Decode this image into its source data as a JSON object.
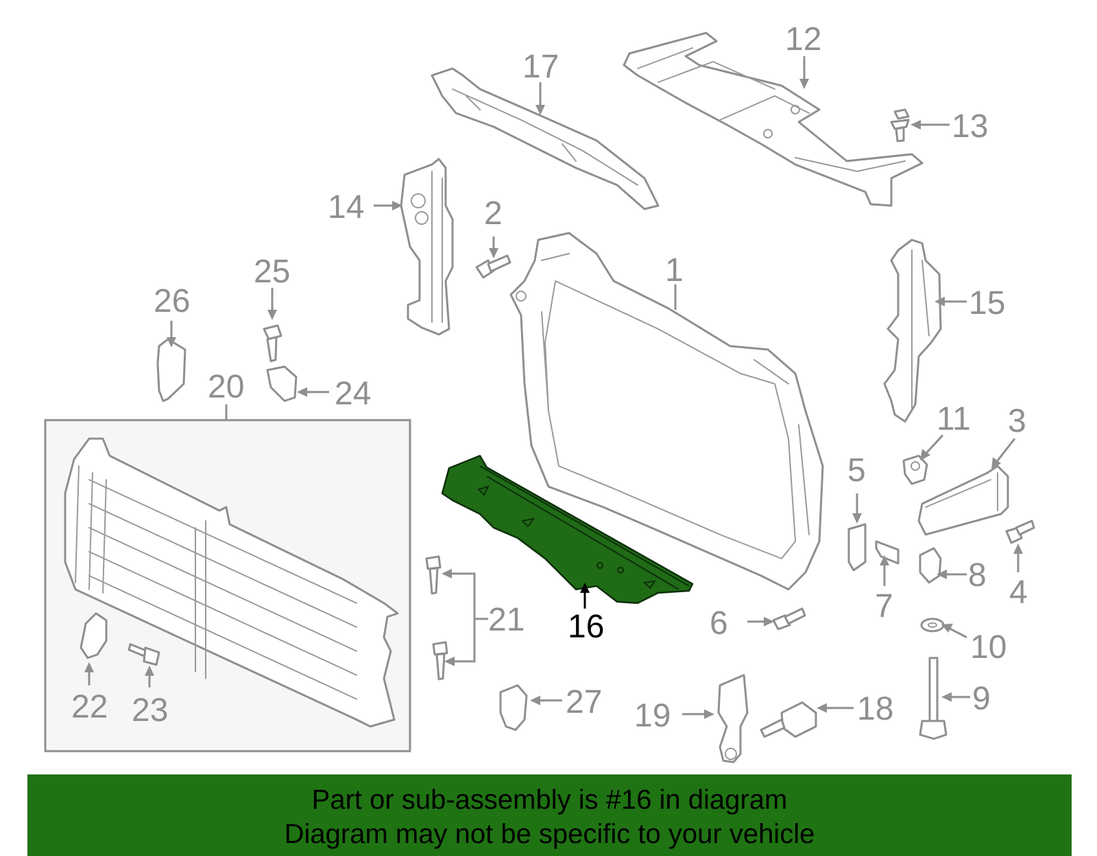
{
  "diagram": {
    "labels": {
      "p1": "1",
      "p2": "2",
      "p3": "3",
      "p4": "4",
      "p5": "5",
      "p6": "6",
      "p7": "7",
      "p8": "8",
      "p9": "9",
      "p10": "10",
      "p11": "11",
      "p12": "12",
      "p13": "13",
      "p14": "14",
      "p15": "15",
      "p16": "16",
      "p17": "17",
      "p18": "18",
      "p19": "19",
      "p20": "20",
      "p21": "21",
      "p22": "22",
      "p23": "23",
      "p24": "24",
      "p25": "25",
      "p26": "26",
      "p27": "27"
    },
    "highlighted_part": "16",
    "colors": {
      "highlight_fill": "#1f6b16",
      "banner_background": "#1f7313",
      "line_art": "#8f8f8f"
    }
  },
  "banner": {
    "line1": "Part or sub-assembly is #16 in diagram",
    "line2": "Diagram may not be specific to your vehicle"
  }
}
